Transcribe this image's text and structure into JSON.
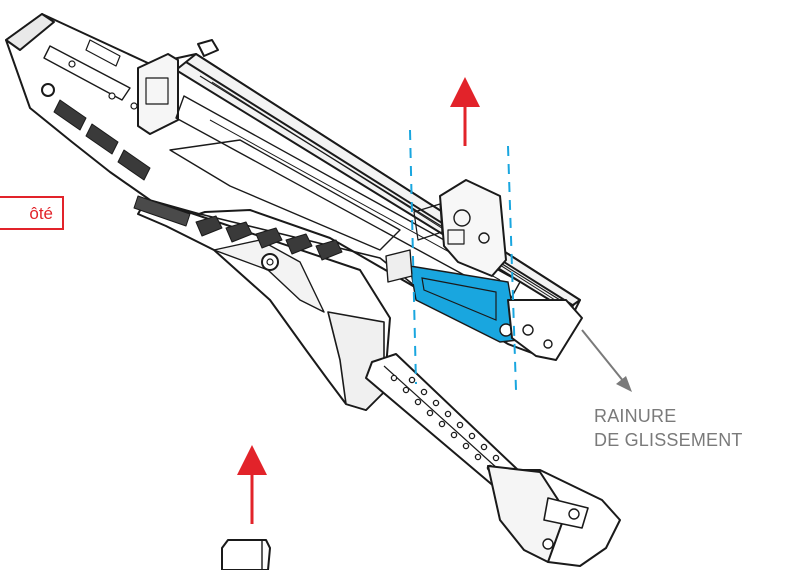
{
  "side_label": {
    "text": "ôté"
  },
  "groove_callout": {
    "line1": "RAINURE",
    "line2": "DE GLISSEMENT"
  },
  "colors": {
    "arrow": "#e2232a",
    "highlight": "#19a6df",
    "guide_line": "#19a6df",
    "callout_text": "#7a7a7a",
    "line_art": "#1a1a1a"
  }
}
